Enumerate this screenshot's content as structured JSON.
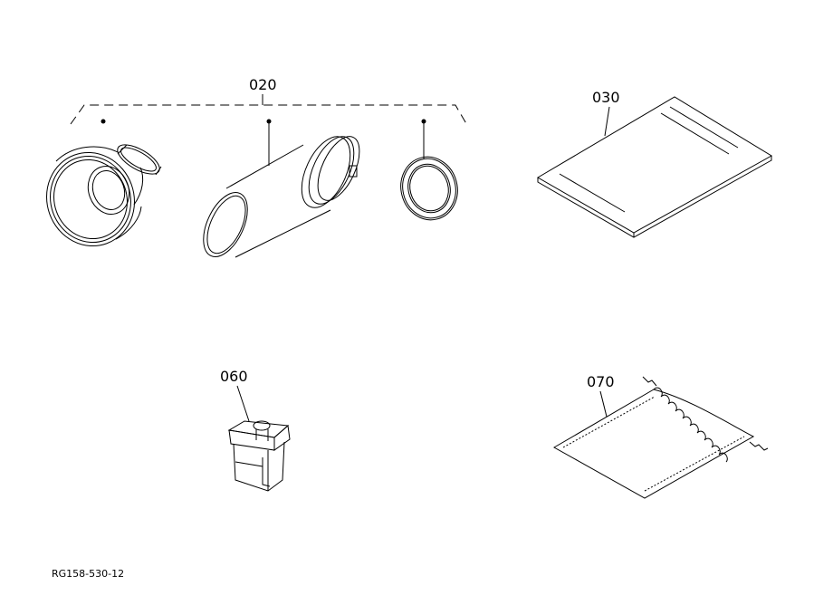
{
  "parts": [
    {
      "id": "020",
      "label": "020",
      "name": "intake duct assembly"
    },
    {
      "id": "030",
      "label": "030",
      "name": "manual booklet"
    },
    {
      "id": "060",
      "label": "060",
      "name": "connector clip"
    },
    {
      "id": "070",
      "label": "070",
      "name": "bag"
    }
  ],
  "reference_code": "RG158-530-12",
  "colors": {
    "line": "#000000",
    "background": "#ffffff"
  }
}
